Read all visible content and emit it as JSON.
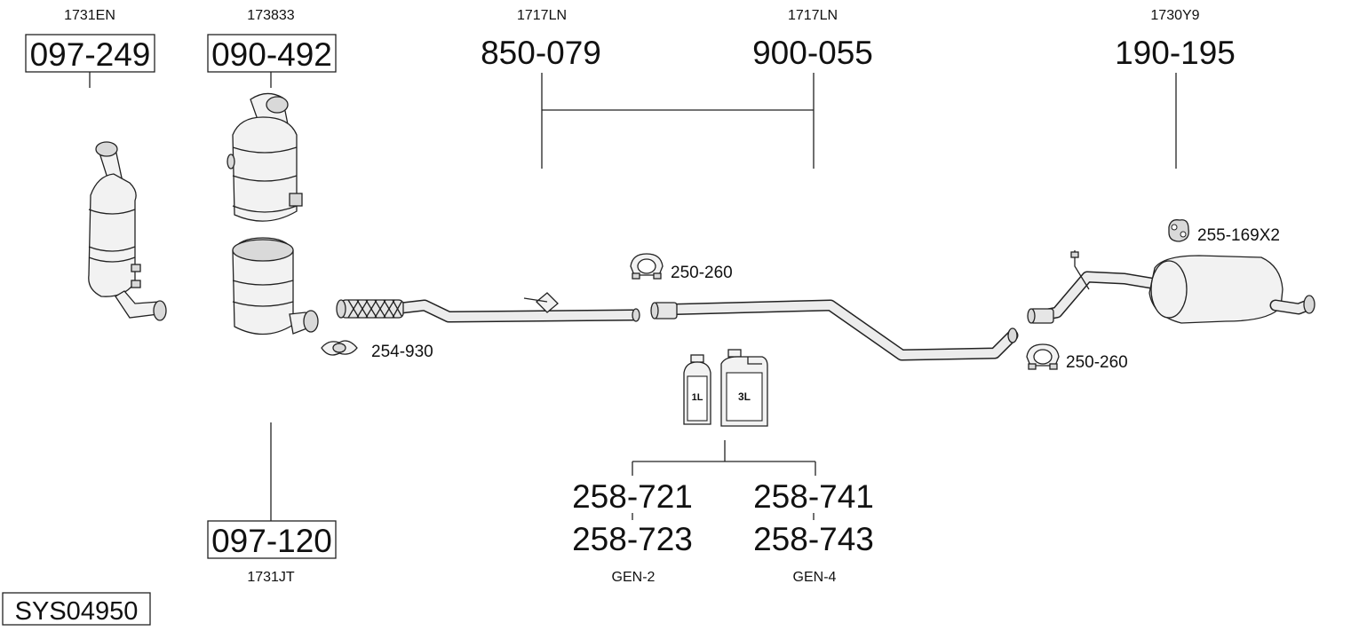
{
  "diagram_code": "SYS04950",
  "groups": [
    {
      "ref": "1731EN",
      "part": "097-249"
    },
    {
      "ref": "173833",
      "part": "090-492"
    },
    {
      "ref": "1717LN",
      "part": "850-079"
    },
    {
      "ref": "1717LN",
      "part": "900-055"
    },
    {
      "ref": "1730Y9",
      "part": "190-195"
    },
    {
      "ref": "1731JT",
      "part": "097-120"
    }
  ],
  "accessories": {
    "clamp_front": "254-930",
    "clamp_middle": "250-260",
    "clamp_rear": "250-260",
    "rubber_mount": "255-169X2"
  },
  "fluids": {
    "bottle_small_label": "1L",
    "bottle_large_label": "3L",
    "gen2": {
      "part_a": "258-721",
      "part_b": "258-723",
      "label": "GEN-2"
    },
    "gen4": {
      "part_a": "258-741",
      "part_b": "258-743",
      "label": "GEN-4"
    }
  }
}
